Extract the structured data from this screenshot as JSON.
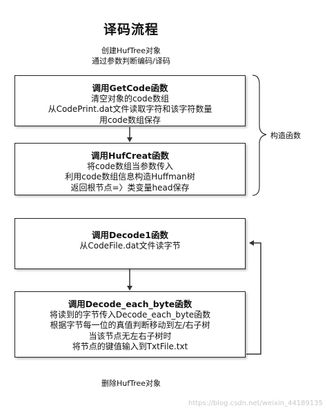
{
  "title": "译码流程",
  "intro": [
    "创建HufTree对象",
    "通过参数判断编码/译码"
  ],
  "boxes": [
    {
      "head": "调用GetCode函数",
      "lines": [
        "清空对象的code数组",
        "从CodePrint.dat文件读取字符和该字符数量",
        "用code数组保存"
      ]
    },
    {
      "head": "调用HufCreat函数",
      "lines": [
        "将code数组当参数传入",
        "利用code数组信息构造Huffman树",
        "返回根节点=〉类变量head保存"
      ]
    },
    {
      "head": "调用Decode1函数",
      "lines": [
        "从CodeFile.dat文件读字节"
      ]
    },
    {
      "head": "调用Decode_each_byte函数",
      "lines": [
        "将读到的字节传入Decode_each_byte函数",
        "根据字节每一位的真值判断移动到左/右子树",
        "当该节点无左右子树时",
        "将节点的键值输入到TxtFile.txt"
      ]
    }
  ],
  "brace_label": "构造函数",
  "outro": "删除HufTree对象",
  "watermark": "https://blog.csdn.net/weixin_44189135"
}
